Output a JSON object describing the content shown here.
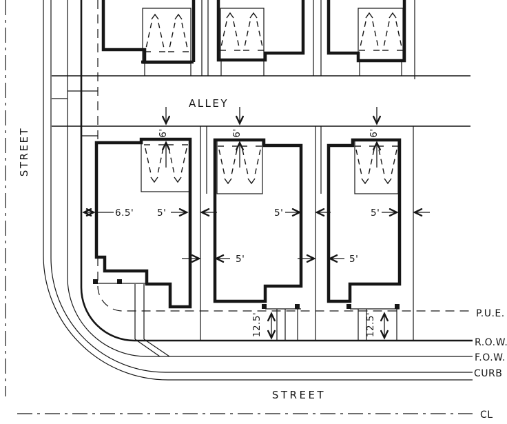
{
  "page": {
    "background": "#ffffff",
    "ink": "#161616"
  },
  "plan": {
    "street_label_left": "STREET",
    "street_label_bottom": "STREET",
    "alley_label": "ALLEY",
    "line_labels": {
      "pue": "P.U.E.",
      "row": "R.O.W.",
      "fow": "F.O.W.",
      "curb": "CURB",
      "cl": "CL"
    },
    "dimensions": {
      "corner_side_setback": "6.5'",
      "side_setback": "5'",
      "garage_alley_setback": "6'",
      "porch_to_row": "12.5'"
    }
  }
}
